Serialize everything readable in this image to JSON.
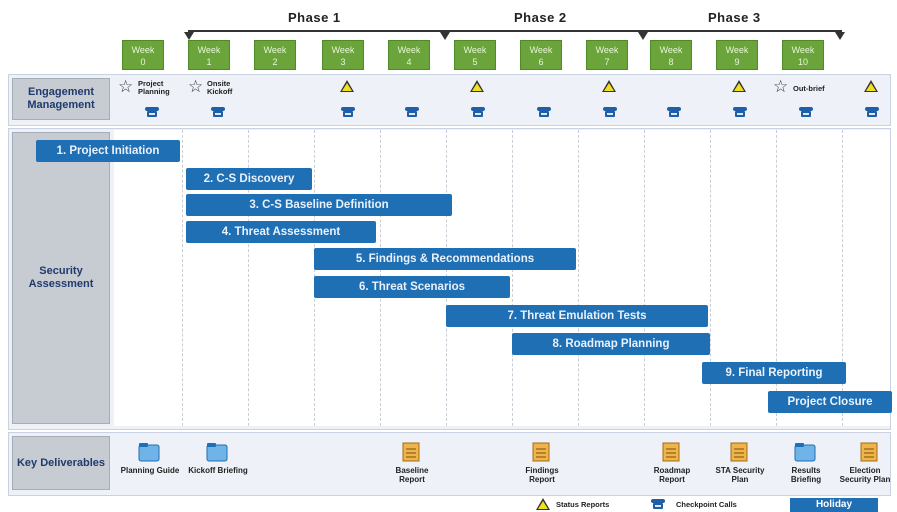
{
  "phases": [
    {
      "label": "Phase 1"
    },
    {
      "label": "Phase 2"
    },
    {
      "label": "Phase 3"
    }
  ],
  "weeks": [
    {
      "label": "Week",
      "num": "0"
    },
    {
      "label": "Week",
      "num": "1"
    },
    {
      "label": "Week",
      "num": "2"
    },
    {
      "label": "Week",
      "num": "3"
    },
    {
      "label": "Week",
      "num": "4"
    },
    {
      "label": "Week",
      "num": "5"
    },
    {
      "label": "Week",
      "num": "6"
    },
    {
      "label": "Week",
      "num": "7"
    },
    {
      "label": "Week",
      "num": "8"
    },
    {
      "label": "Week",
      "num": "9"
    },
    {
      "label": "Week",
      "num": "10"
    }
  ],
  "rows": {
    "engagement": "Engagement Management",
    "security": "Security Assessment",
    "deliverables": "Key Deliverables"
  },
  "milestones": {
    "project_planning": "Project Planning",
    "onsite_kickoff": "Onsite Kickoff",
    "out_brief": "Out-brief"
  },
  "tasks": [
    {
      "label": "1. Project Initiation"
    },
    {
      "label": "2. C-S Discovery"
    },
    {
      "label": "3. C-S Baseline Definition"
    },
    {
      "label": "4. Threat Assessment"
    },
    {
      "label": "5. Findings & Recommendations"
    },
    {
      "label": "6. Threat Scenarios"
    },
    {
      "label": "7. Threat Emulation Tests"
    },
    {
      "label": "8. Roadmap Planning"
    },
    {
      "label": "9. Final Reporting"
    },
    {
      "label": "Project Closure"
    }
  ],
  "deliverables": [
    {
      "label": "Planning Guide"
    },
    {
      "label": "Kickoff Briefing"
    },
    {
      "label": "Baseline Report"
    },
    {
      "label": "Findings Report"
    },
    {
      "label": "Roadmap Report"
    },
    {
      "label": "STA Security Plan"
    },
    {
      "label": "Results Briefing"
    },
    {
      "label": "Election Security Plan"
    }
  ],
  "legend": {
    "status": "Status Reports",
    "checkpoint": "Checkpoint Calls",
    "holiday": "Holiday"
  }
}
